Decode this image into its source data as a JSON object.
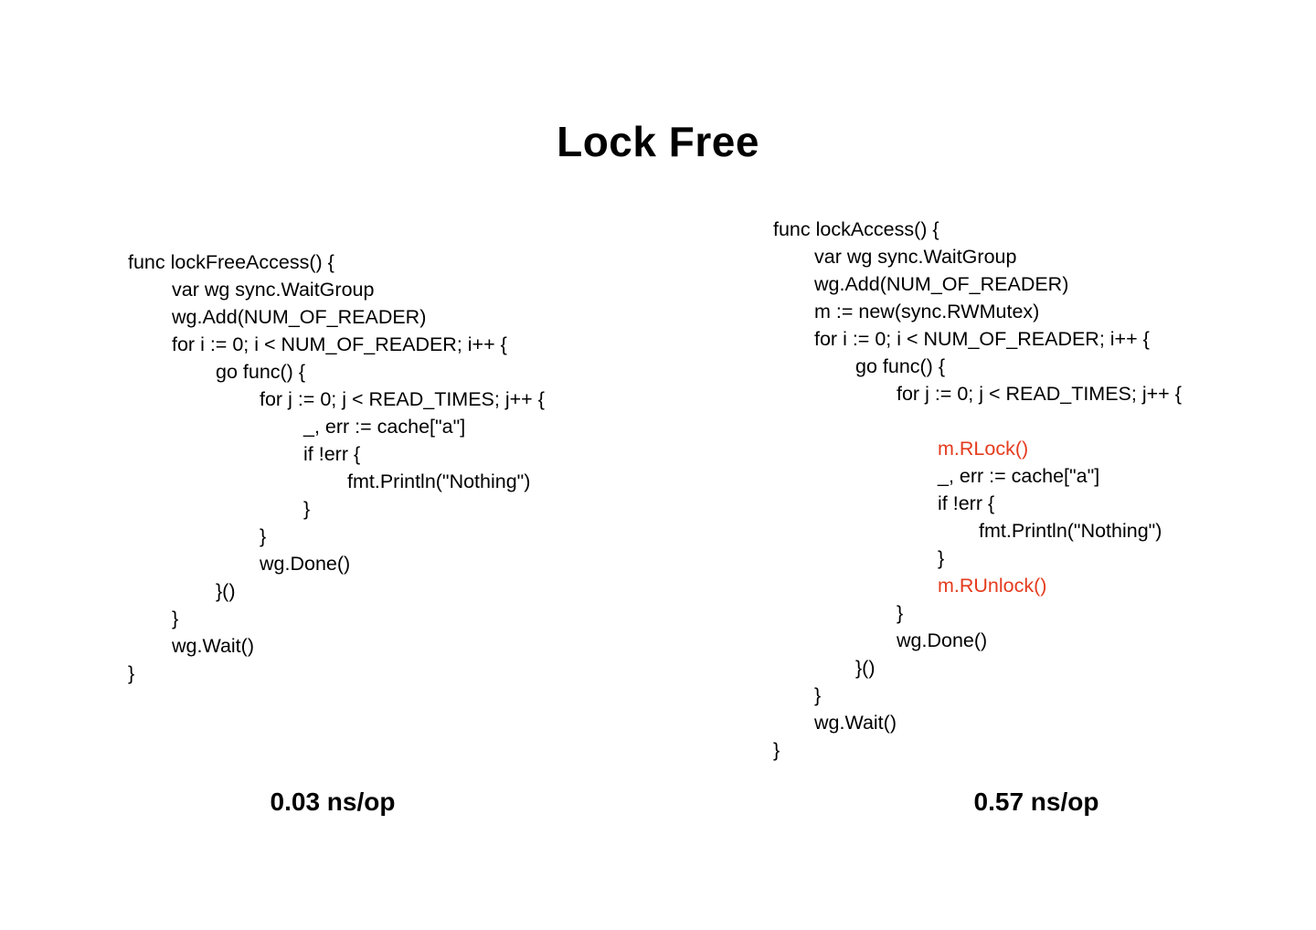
{
  "title": "Lock Free",
  "colors": {
    "background": "#ffffff",
    "text": "#000000",
    "highlight_red": "#e53b1e"
  },
  "left_panel": {
    "function_name": "lockFreeAccess",
    "caption": "0.03 ns/op",
    "code": [
      {
        "indent": 0,
        "text": "func lockFreeAccess() {"
      },
      {
        "indent": 1,
        "text": "var wg sync.WaitGroup"
      },
      {
        "indent": 1,
        "text": "wg.Add(NUM_OF_READER)"
      },
      {
        "indent": 1,
        "text": "for i := 0; i < NUM_OF_READER; i++ {"
      },
      {
        "indent": 2,
        "text": "go func() {"
      },
      {
        "indent": 3,
        "text": "for j := 0; j < READ_TIMES; j++ {"
      },
      {
        "indent": 4,
        "text": "_, err := cache[\"a\"]"
      },
      {
        "indent": 4,
        "text": "if !err {"
      },
      {
        "indent": 5,
        "text": "fmt.Println(\"Nothing\")"
      },
      {
        "indent": 4,
        "text": "}"
      },
      {
        "indent": 3,
        "text": "}"
      },
      {
        "indent": 3,
        "text": "wg.Done()"
      },
      {
        "indent": 2,
        "text": "}()"
      },
      {
        "indent": 1,
        "text": "}"
      },
      {
        "indent": 1,
        "text": "wg.Wait()"
      },
      {
        "indent": 0,
        "text": "}"
      }
    ]
  },
  "right_panel": {
    "function_name": "lockAccess",
    "caption": "0.57 ns/op",
    "code": [
      {
        "indent": 0,
        "text": "func lockAccess() {"
      },
      {
        "indent": 1,
        "text": "var wg sync.WaitGroup"
      },
      {
        "indent": 1,
        "text": "wg.Add(NUM_OF_READER)"
      },
      {
        "indent": 1,
        "text": "m := new(sync.RWMutex)"
      },
      {
        "indent": 1,
        "text": "for i := 0; i < NUM_OF_READER; i++ {"
      },
      {
        "indent": 2,
        "text": "go func() {"
      },
      {
        "indent": 3,
        "text": "for j := 0; j < READ_TIMES; j++ {"
      },
      {
        "indent": 0,
        "text": ""
      },
      {
        "indent": 4,
        "text": "m.RLock()",
        "red": true
      },
      {
        "indent": 4,
        "text": "_, err := cache[\"a\"]"
      },
      {
        "indent": 4,
        "text": "if !err {"
      },
      {
        "indent": 5,
        "text": "fmt.Println(\"Nothing\")"
      },
      {
        "indent": 4,
        "text": "}"
      },
      {
        "indent": 4,
        "text": "m.RUnlock()",
        "red": true
      },
      {
        "indent": 3,
        "text": "}"
      },
      {
        "indent": 3,
        "text": "wg.Done()"
      },
      {
        "indent": 2,
        "text": "}()"
      },
      {
        "indent": 1,
        "text": "}"
      },
      {
        "indent": 1,
        "text": "wg.Wait()"
      },
      {
        "indent": 0,
        "text": "}"
      }
    ]
  }
}
